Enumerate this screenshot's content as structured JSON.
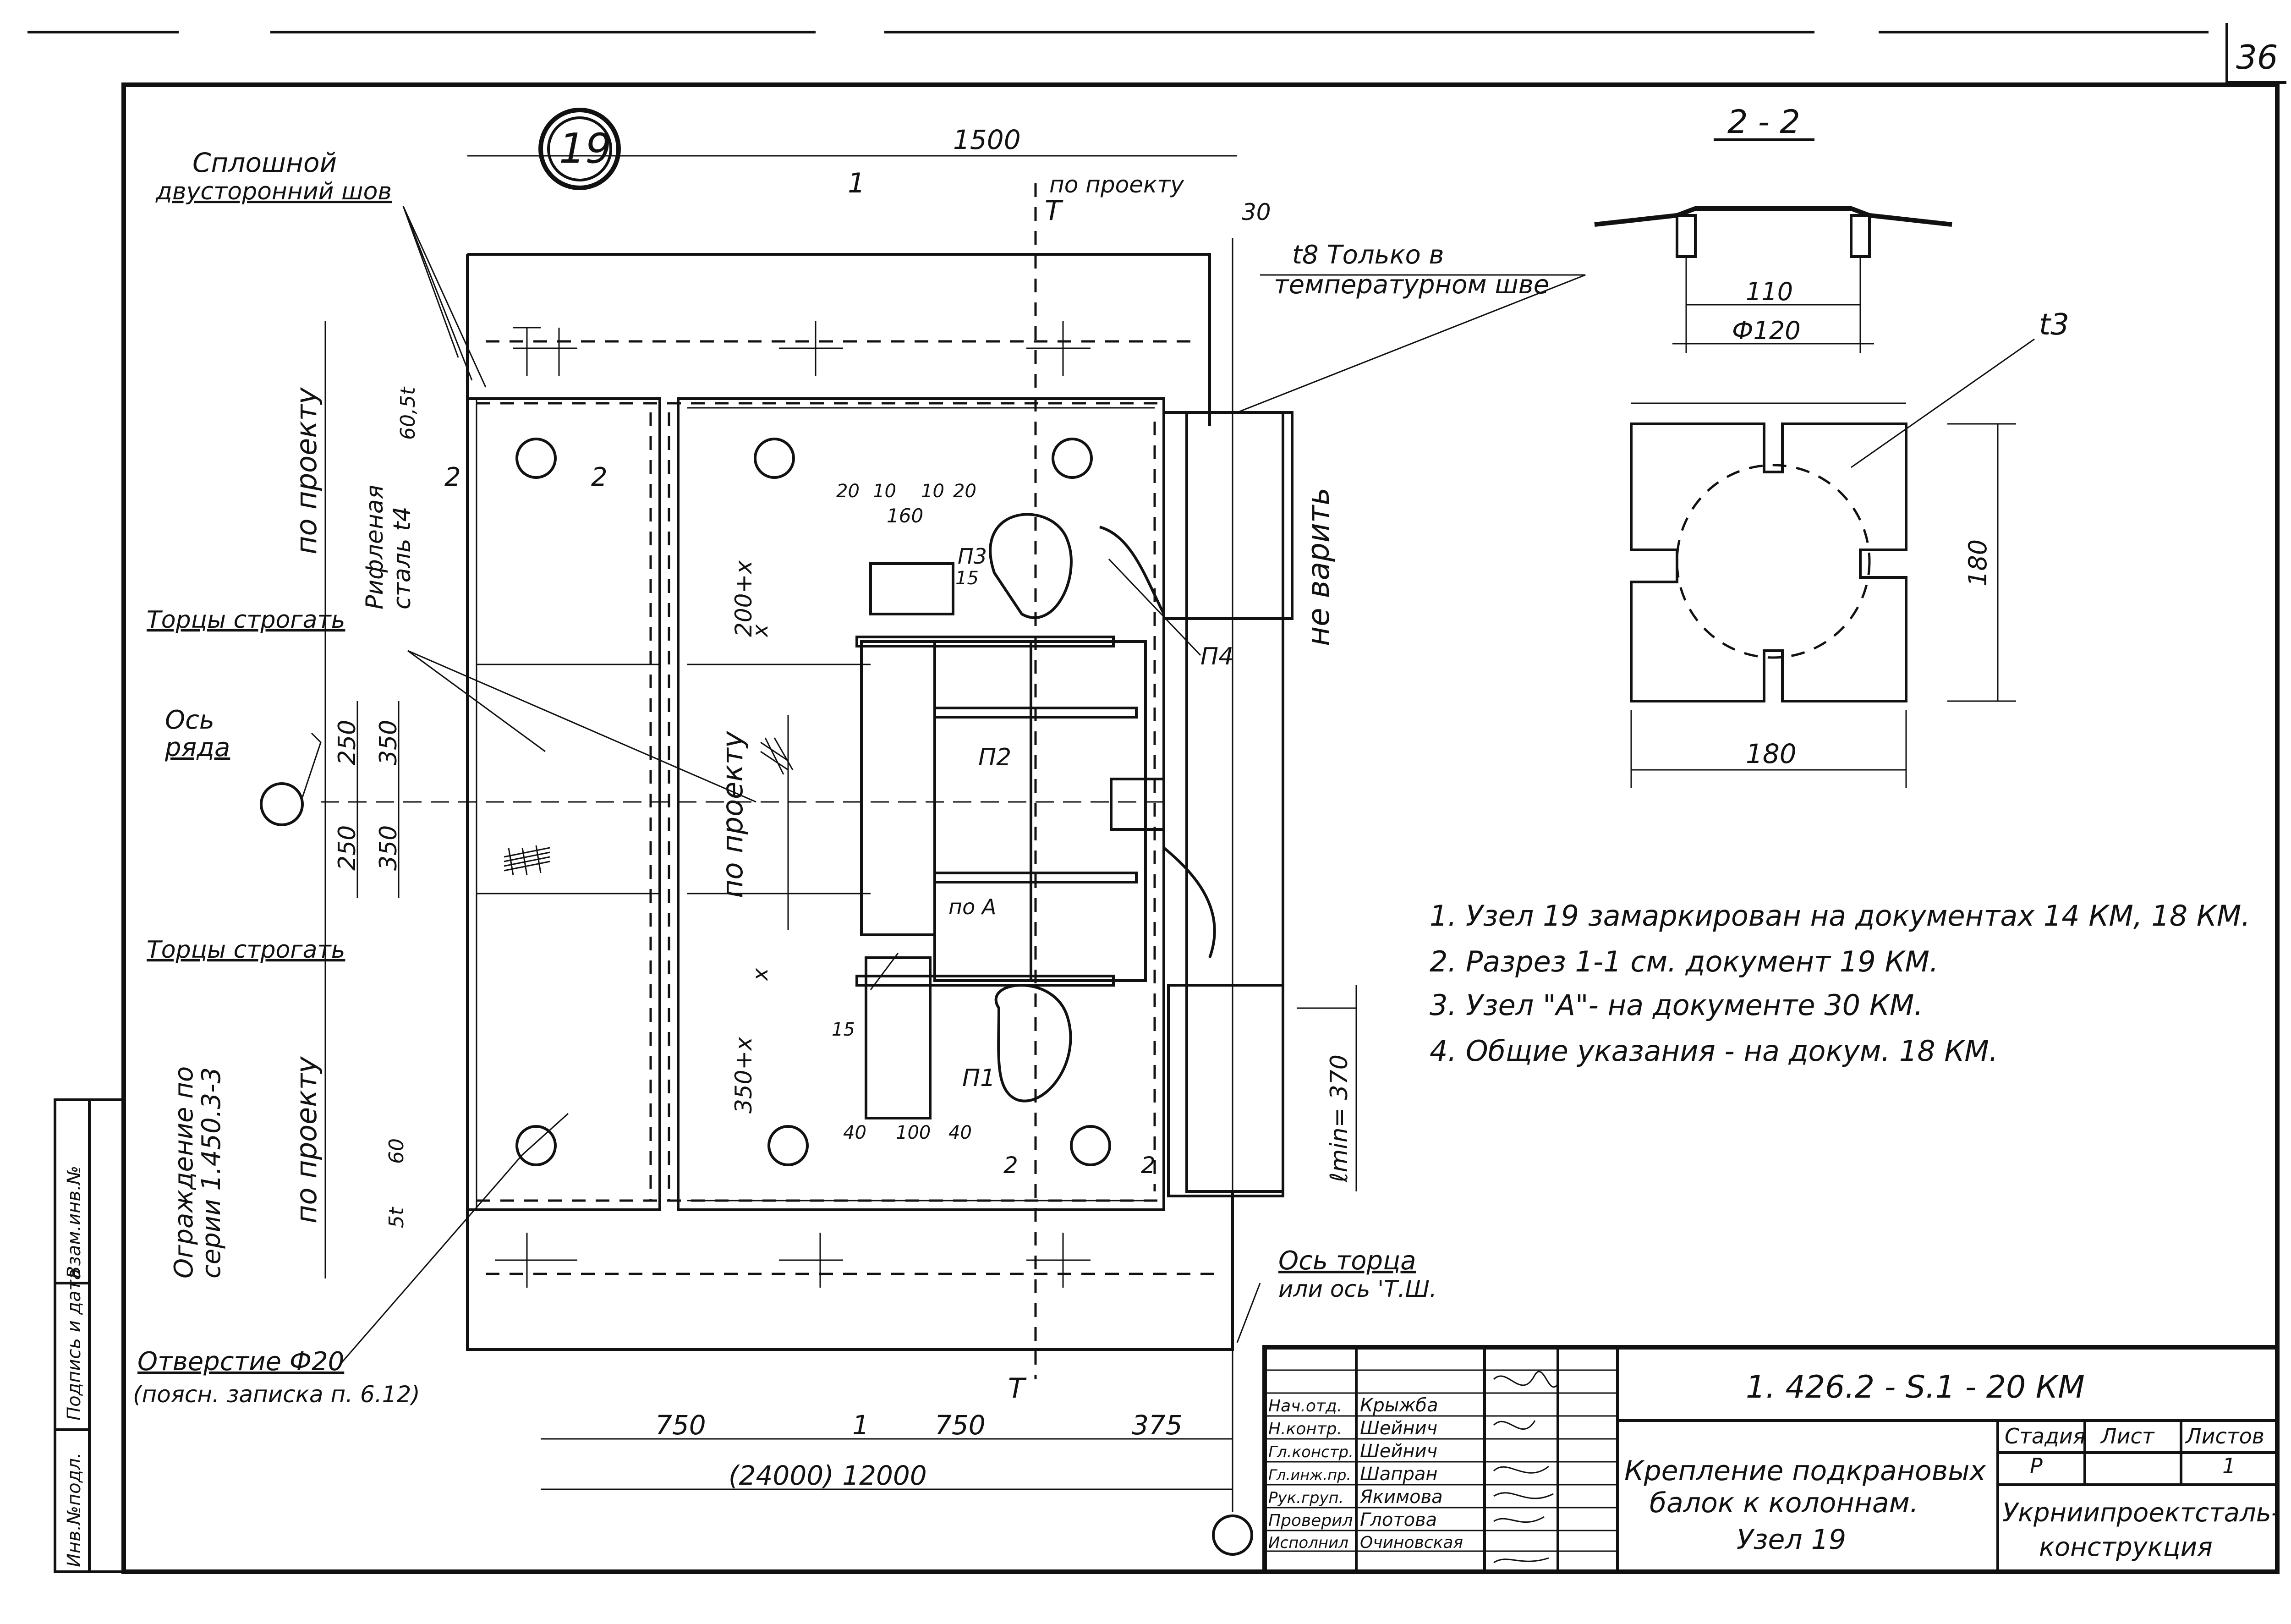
{
  "sheet": {
    "page_number": "36",
    "node_marker": "19",
    "section_title": "2 - 2"
  },
  "labels": {
    "weld_note_1": "Сплошной",
    "weld_note_2": "двусторонний шов",
    "dim_1500": "1500",
    "by_project_top": "по проекту",
    "dim_30": "30",
    "t8_note_1": "t8 Только в",
    "t8_note_2": "температурном шве",
    "section_mark_1": "1",
    "section_mark_T": "T",
    "section_mark_2": "2",
    "dim_60_5t": "60,5t",
    "corrugated_1": "Рифленая",
    "corrugated_2": "сталь t4",
    "by_project_left_top": "по проекту",
    "by_project_left_bottom": "по проекту",
    "by_project_center": "по проекту",
    "ends_planed_1": "Торцы строгать",
    "ends_planed_2": "Торцы строгать",
    "row_axis_1": "Ось",
    "row_axis_2": "ряда",
    "dim_250a": "250",
    "dim_350a": "350",
    "dim_250b": "250",
    "dim_350b": "350",
    "dim_20a": "20",
    "dim_10a": "10",
    "dim_10b": "10",
    "dim_20b": "20",
    "dim_160": "160",
    "dim_200x": "200+x",
    "dim_350x": "350+x",
    "dim_x1": "x",
    "dim_x2": "x",
    "part_p1": "П1",
    "part_p2": "П2",
    "part_p3": "П3",
    "part_p4": "П4",
    "dim_15a": "15",
    "dim_15b": "15",
    "by_A": "по А",
    "no_weld": "не варить",
    "lmin": "ℓmin= 370",
    "dim_40a": "40",
    "dim_100": "100",
    "dim_40b": "40",
    "dim_60": "60",
    "dim_5t": "5t",
    "fence_1": "Ограждение по",
    "fence_2": "серии 1.450.3-3",
    "hole_1": "Отверстие Ф20",
    "hole_2": "(поясн. записка п. 6.12)",
    "end_axis_1": "Ось торца",
    "end_axis_2": "или ось 'Т.Ш.",
    "dim_750a": "750",
    "dim_750b": "750",
    "dim_375": "375",
    "dim_12000": "(24000) 12000",
    "sec_110": "110",
    "sec_phi120": "Ф120",
    "sec_t3": "t3",
    "sec_180v": "180",
    "sec_180h": "180"
  },
  "notes": [
    "1. Узел 19 замаркирован на документах 14 КМ, 18 КМ.",
    "2. Разрез 1-1 см. документ 19 КМ.",
    "3. Узел \"А\"- на документе 30 КМ.",
    "4. Общие указания - на докум. 18 КМ."
  ],
  "side_stamp": [
    "Инв.№подл.",
    "Подпись и дата",
    "Взам.инв.№"
  ],
  "title_block": {
    "doc_code": "1. 426.2 - S.1 - 20 КМ",
    "title_line_1": "Крепление подкрановых",
    "title_line_2": "балок к колоннам.",
    "title_line_3": "Узел 19",
    "stage_label": "Стадия",
    "sheet_label": "Лист",
    "sheets_label": "Листов",
    "stage_value": "Р",
    "sheets_value": "1",
    "org_line_1": "Укрниипроектсталь-",
    "org_line_2": "конструкция",
    "roles": [
      {
        "role": "Нач.отд.",
        "name": "Крыжба"
      },
      {
        "role": "Н.контр.",
        "name": "Шейнич"
      },
      {
        "role": "Гл.констр.",
        "name": "Шейнич"
      },
      {
        "role": "Гл.инж.пр.",
        "name": "Шапран"
      },
      {
        "role": "Рук.груп.",
        "name": "Якимова"
      },
      {
        "role": "Проверил",
        "name": "Глотова"
      },
      {
        "role": "Исполнил",
        "name": "Очиновская"
      }
    ]
  }
}
